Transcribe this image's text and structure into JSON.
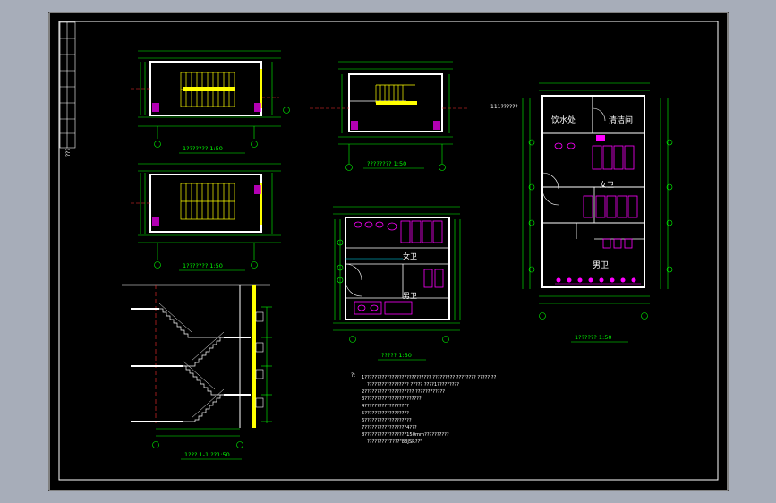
{
  "colors": {
    "viewport_bg": "#a7adb9",
    "sheet_bg": "#000000",
    "frame": "#ffffff",
    "wall": "#ffffff",
    "dimension": "#00ff00",
    "stair": "#ffff00",
    "fixture": "#ff00ff",
    "axis_line": "#ff3030",
    "room_line": "#00e5ff"
  },
  "title_block": {
    "side_text": "???"
  },
  "drawings": {
    "stair_plan_1": {
      "caption": "1??????? 1:50"
    },
    "stair_plan_2": {
      "caption": "1??????? 1:50"
    },
    "stair_section": {
      "caption": "1??? 1-1 ??1:50"
    },
    "small_plan": {
      "caption": "???????? 1:50"
    },
    "toilet_plan": {
      "caption": "????? 1:50",
      "room_female": "女卫",
      "room_male": "男卫"
    },
    "big_plan": {
      "caption": "1?????? 1:50",
      "room_water": "饮水处",
      "room_cleaning": "清洁间",
      "room_female": "女卫",
      "room_male": "男卫",
      "label_top": "111??????"
    }
  },
  "notes": {
    "header": "?:",
    "lines": [
      "1???????????????????????????    ?????????   ????????     ?????    ??",
      "?????????????????          ????? ????1?????????",
      "2????????????????????          ????????????",
      "3???????????????????????",
      "4??????????????????",
      "5??????????????????",
      "6???????????????????",
      "7?????????????????4???",
      "8?????????????????150mm??????????",
      "?????????7???\"88JSR??\""
    ]
  }
}
